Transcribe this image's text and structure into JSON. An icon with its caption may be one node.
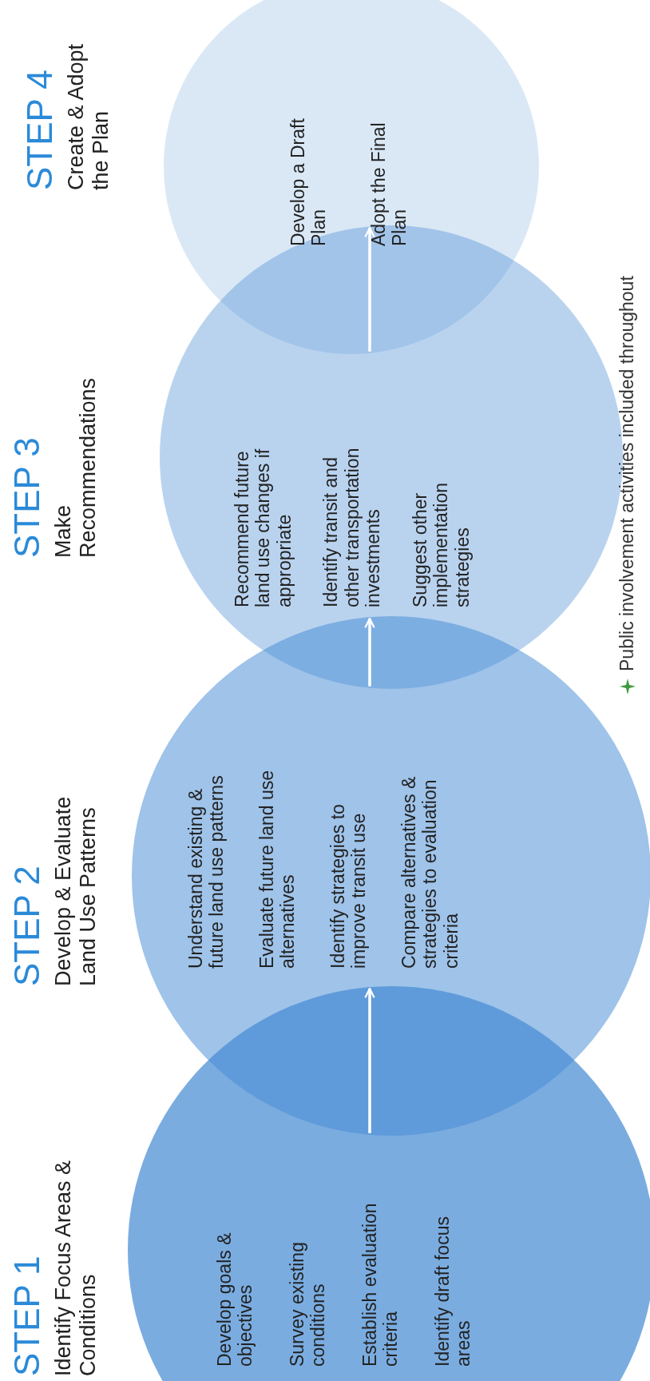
{
  "diagram": {
    "nodes": [
      {
        "text": [
          "STEP 1",
          "Identify Focus Areas & Conditions",
          "Develop goals & objectives",
          "Survey existing conditions",
          "Establish evaluation criteria",
          "Identify draft focus areas"
        ]
      },
      {
        "text": [
          "STEP 2",
          "Develop & Evaluate Land Use Patterns",
          "Understand existing & future land use patterns",
          "Evaluate future land use alternatives",
          "Identify strategies to improve transit use",
          "Compare alternatives & strategies to evaluation criteria"
        ]
      },
      {
        "text": [
          "STEP 3",
          "Make Recommendations",
          "Recommend future land use changes if appropriate",
          "Identify transit and other transportation investments",
          "Suggest other implementation strategies"
        ]
      },
      {
        "text": [
          "STEP 4",
          "Create & Adopt the Plan",
          "Develop a Draft Plan",
          "Adopt the Final Plan"
        ]
      }
    ],
    "edges": [
      {
        "from": 0,
        "to": 1,
        "arrow": "to"
      },
      {
        "from": 1,
        "to": 2,
        "arrow": "to"
      },
      {
        "from": 2,
        "to": 3,
        "arrow": "to"
      }
    ],
    "labels": [
      "Public involvement activities included throughout"
    ]
  }
}
